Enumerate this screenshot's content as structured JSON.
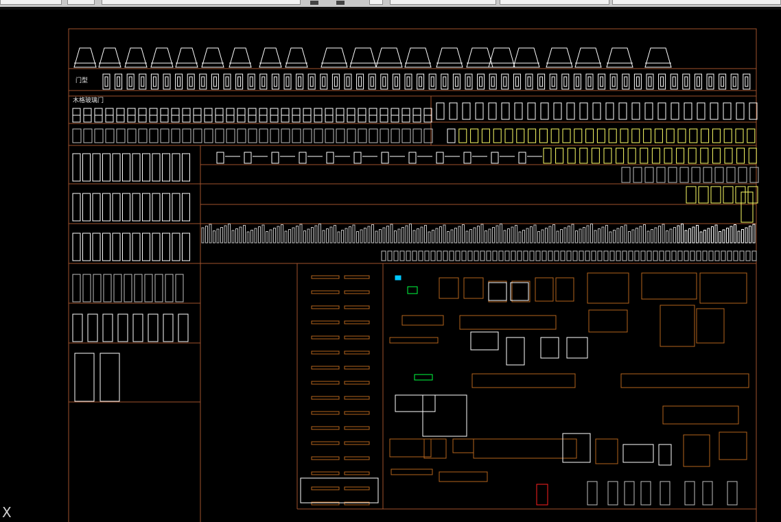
{
  "window": {
    "toolbar_segments": 9
  },
  "drawing": {
    "labels": {
      "section_doors": "门型",
      "section_glass_doors": "木格玻璃门"
    },
    "ucs_icon": "X",
    "colors": {
      "background": "#000000",
      "frame_line": "#a0522d",
      "white_block": "#ffffff",
      "gray_block": "#c0c0c0",
      "yellow_block": "#ffff66",
      "wood_block": "#b5651d",
      "red_block": "#ff2020",
      "cyan_block": "#00c8ff",
      "green_block": "#00ff40"
    },
    "icons": [
      "ucs-axis-icon"
    ]
  }
}
